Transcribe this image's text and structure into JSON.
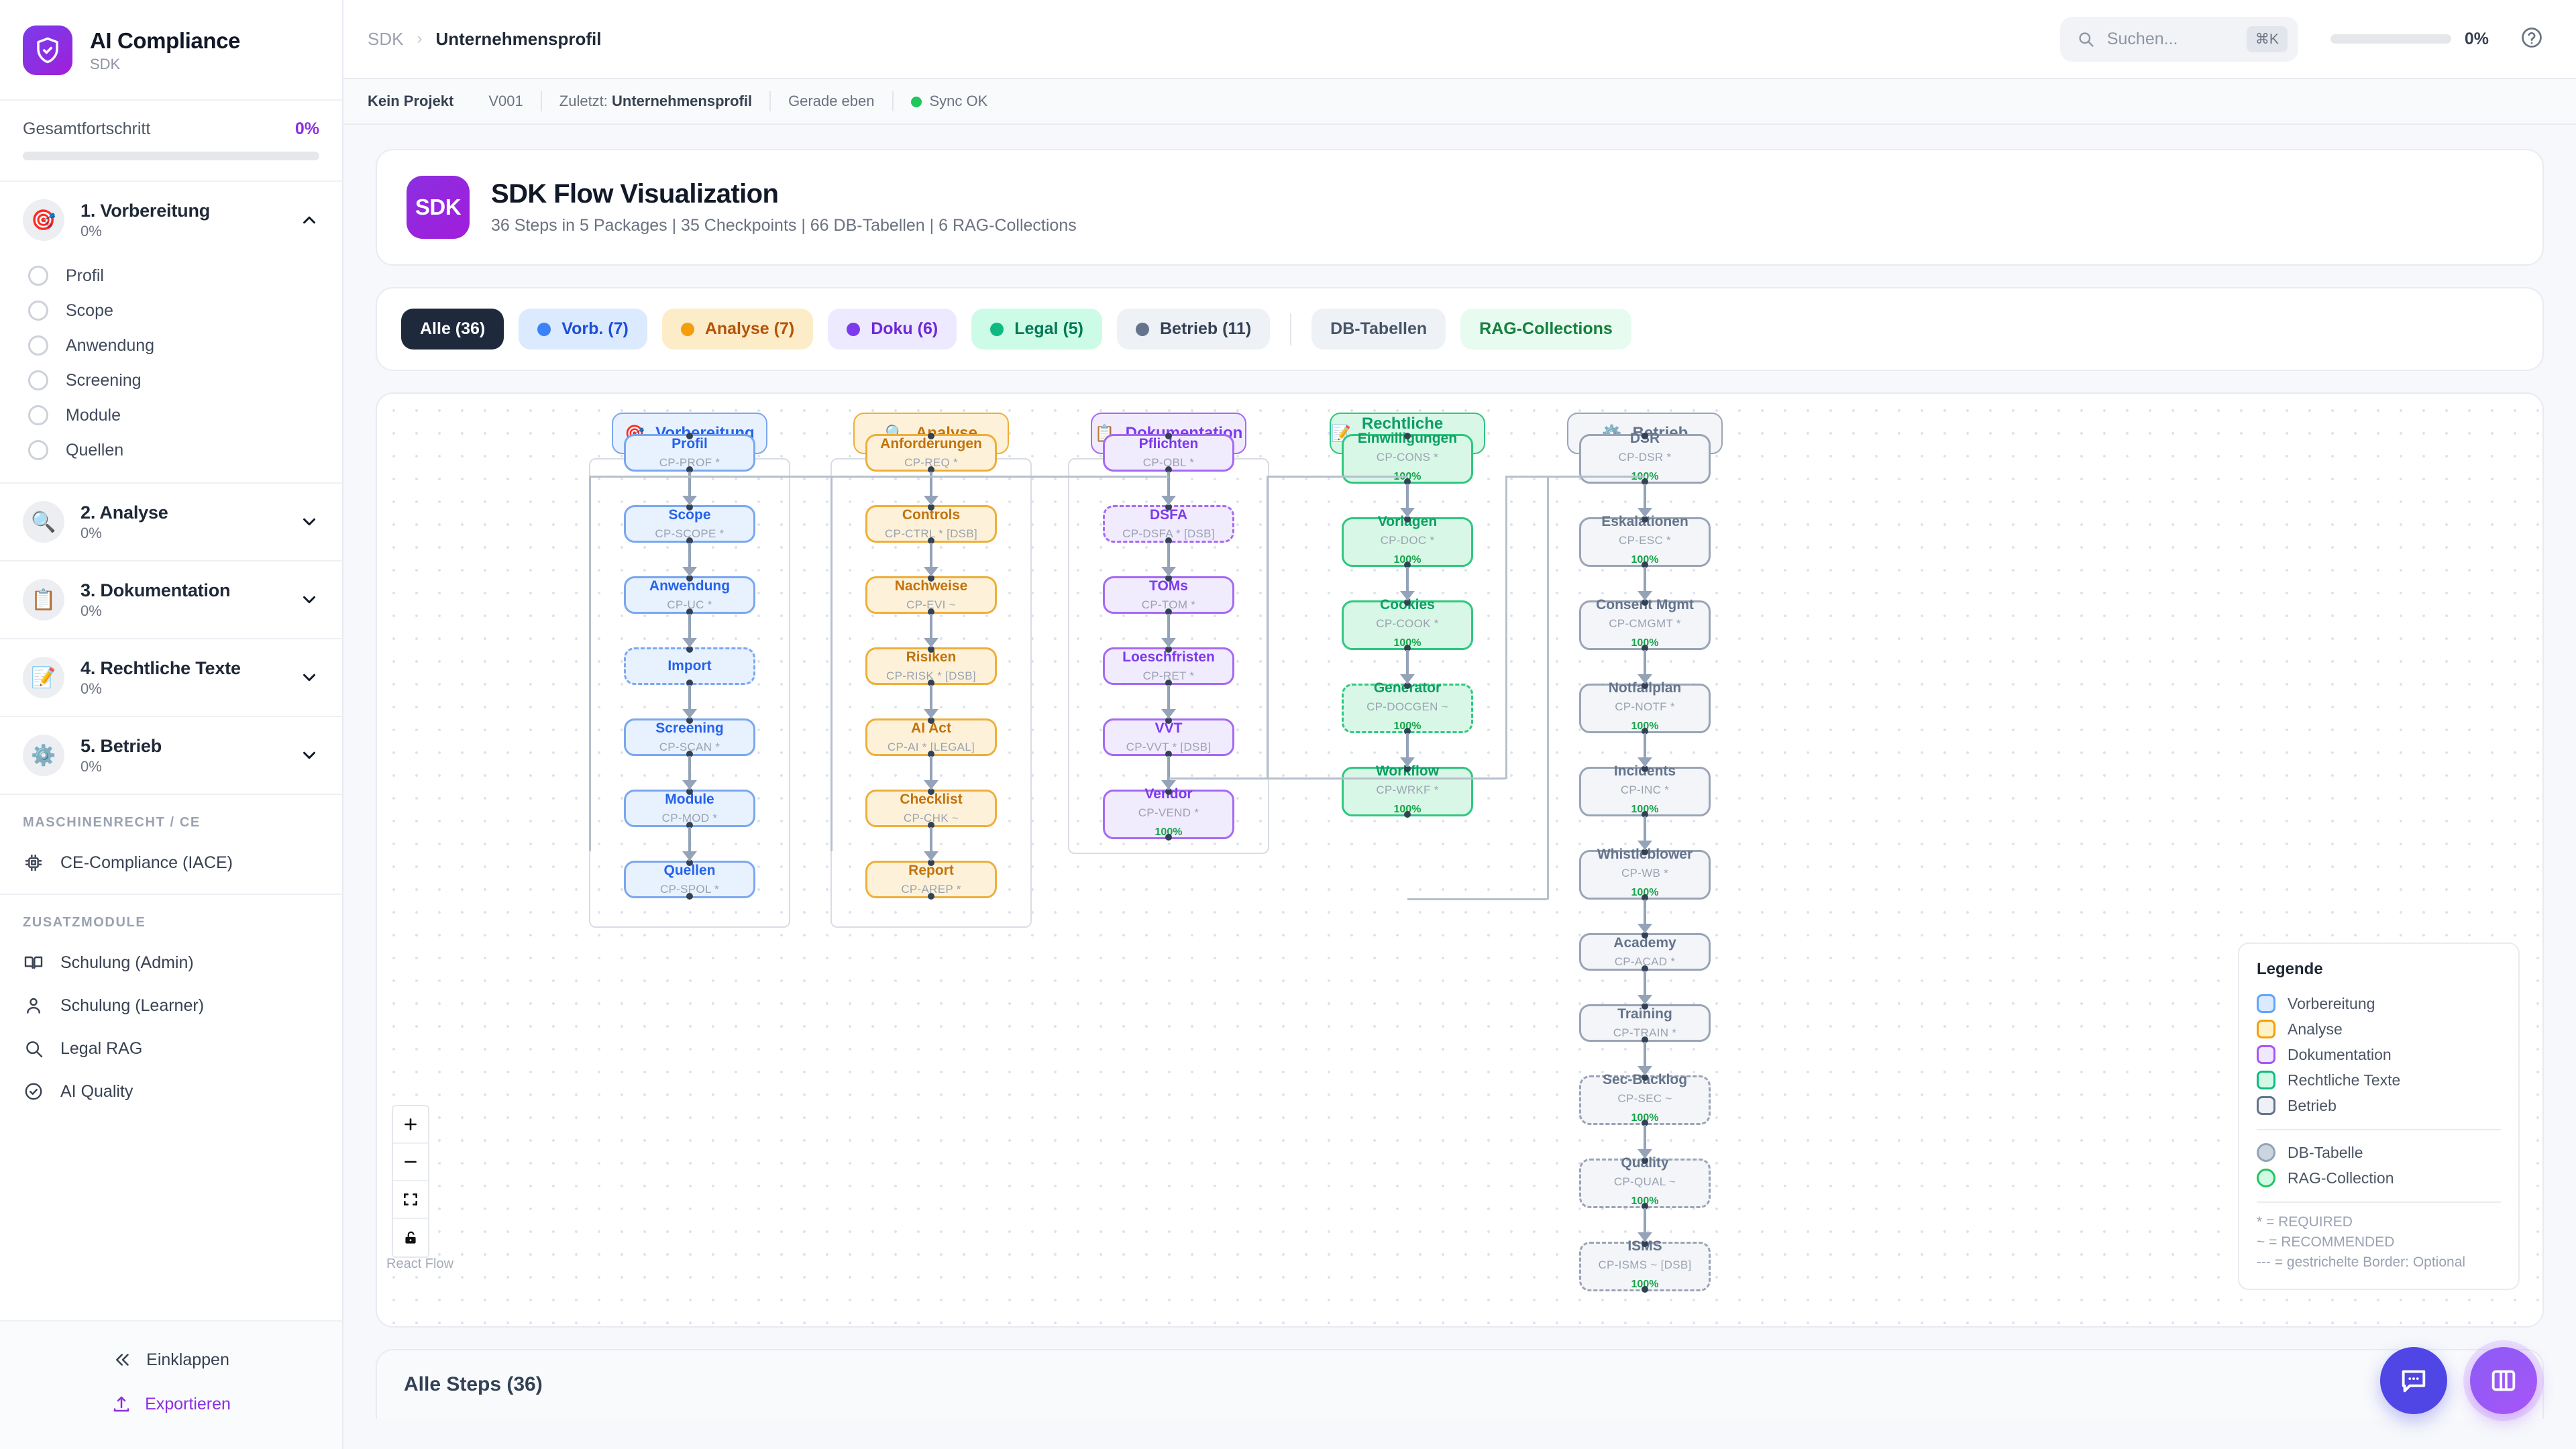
{
  "sidebar": {
    "brand": {
      "title": "AI Compliance",
      "subtitle": "SDK",
      "icon": "shield-check-icon"
    },
    "overall": {
      "label": "Gesamtfortschritt",
      "value": "0%",
      "percent": 0
    },
    "phases": [
      {
        "emoji": "🎯",
        "name": "1. Vorbereitung",
        "percent": "0%",
        "expanded": true,
        "items": [
          {
            "label": "Profil"
          },
          {
            "label": "Scope"
          },
          {
            "label": "Anwendung"
          },
          {
            "label": "Screening"
          },
          {
            "label": "Module"
          },
          {
            "label": "Quellen"
          }
        ]
      },
      {
        "emoji": "🔍",
        "name": "2. Analyse",
        "percent": "0%",
        "expanded": false,
        "items": []
      },
      {
        "emoji": "📋",
        "name": "3. Dokumentation",
        "percent": "0%",
        "expanded": false,
        "items": []
      },
      {
        "emoji": "📝",
        "name": "4. Rechtliche Texte",
        "percent": "0%",
        "expanded": false,
        "items": []
      },
      {
        "emoji": "⚙️",
        "name": "5. Betrieb",
        "percent": "0%",
        "expanded": false,
        "items": []
      }
    ],
    "section_machine": {
      "title": "MASCHINENRECHT / CE",
      "links": [
        {
          "label": "CE-Compliance (IACE)",
          "icon": "chip-icon"
        }
      ]
    },
    "section_extra": {
      "title": "ZUSATZMODULE",
      "links": [
        {
          "label": "Schulung (Admin)",
          "icon": "book-icon"
        },
        {
          "label": "Schulung (Learner)",
          "icon": "user-icon"
        },
        {
          "label": "Legal RAG",
          "icon": "search-icon"
        },
        {
          "label": "AI Quality",
          "icon": "check-circle-icon"
        }
      ]
    },
    "footer": {
      "collapse": {
        "label": "Einklappen",
        "icon": "chevrons-left-icon"
      },
      "export": {
        "label": "Exportieren",
        "icon": "upload-icon",
        "color": "#8b2fe0"
      }
    }
  },
  "topbar": {
    "breadcrumb": {
      "root": "SDK",
      "separator": "›",
      "current": "Unternehmensprofil"
    },
    "search": {
      "placeholder": "Suchen...",
      "shortcut": "⌘K",
      "icon": "search-icon"
    },
    "progress": {
      "value": "0%",
      "percent": 0
    },
    "help": {
      "icon": "help-circle-icon"
    }
  },
  "metabar": {
    "project": "Kein Projekt",
    "version": "V001",
    "last_label": "Zuletzt:",
    "last_value": "Unternehmensprofil",
    "time": "Gerade eben",
    "sync": {
      "label": "Sync OK",
      "color": "#22c55e"
    }
  },
  "hero": {
    "badge": "SDK",
    "title": "SDK Flow Visualization",
    "subtitle": "36 Steps in 5 Packages | 35 Checkpoints | 66 DB-Tabellen | 6 RAG-Collections"
  },
  "filters": [
    {
      "label": "Alle (36)",
      "active": true,
      "bg": "#1e293b",
      "fg": "#ffffff",
      "dot": null
    },
    {
      "label": "Vorb. (7)",
      "active": false,
      "bg": "#dbeafe",
      "fg": "#1d4ed8",
      "dot": "#3b82f6"
    },
    {
      "label": "Analyse (7)",
      "active": false,
      "bg": "#fdecc8",
      "fg": "#b45309",
      "dot": "#f59e0b"
    },
    {
      "label": "Doku (6)",
      "active": false,
      "bg": "#ede9fe",
      "fg": "#6d28d9",
      "dot": "#7c3aed"
    },
    {
      "label": "Legal (5)",
      "active": false,
      "bg": "#ccfbe7",
      "fg": "#047857",
      "dot": "#10b981"
    },
    {
      "label": "Betrieb (11)",
      "active": false,
      "bg": "#eef1f6",
      "fg": "#334155",
      "dot": "#64748b"
    },
    {
      "label": "DB-Tabellen",
      "active": false,
      "bg": "#eef1f6",
      "fg": "#475569",
      "dot": null
    },
    {
      "label": "RAG-Collections",
      "active": false,
      "bg": "#e8fbf0",
      "fg": "#15803d",
      "dot": null
    }
  ],
  "flow": {
    "lanes": [
      {
        "emoji": "🎯",
        "title": "Vorbereitung",
        "bg": "#e8f1fe",
        "border": "#7aa7f0",
        "fg": "#2563eb"
      },
      {
        "emoji": "🔍",
        "title": "Analyse",
        "bg": "#fdf2d9",
        "border": "#efae3a",
        "fg": "#c2730d"
      },
      {
        "emoji": "📋",
        "title": "Dokumentation",
        "bg": "#f1ebfe",
        "border": "#a56af2",
        "fg": "#7c3aed"
      },
      {
        "emoji": "📝",
        "title": "Rechtliche Texte",
        "bg": "#d9f7e7",
        "border": "#2fc77f",
        "fg": "#0d9f63"
      },
      {
        "emoji": "⚙️",
        "title": "Betrieb",
        "bg": "#f3f5f9",
        "border": "#9aa4b5",
        "fg": "#64748b"
      }
    ],
    "columns": [
      {
        "key": "vorbereitung",
        "nodes": [
          {
            "title": "Profil",
            "code": "CP-PROF *",
            "dashed": false,
            "pct": null
          },
          {
            "title": "Scope",
            "code": "CP-SCOPE *",
            "dashed": false,
            "pct": null
          },
          {
            "title": "Anwendung",
            "code": "CP-UC *",
            "dashed": false,
            "pct": null
          },
          {
            "title": "Import",
            "code": "",
            "dashed": true,
            "pct": null
          },
          {
            "title": "Screening",
            "code": "CP-SCAN *",
            "dashed": false,
            "pct": null
          },
          {
            "title": "Module",
            "code": "CP-MOD *",
            "dashed": false,
            "pct": null
          },
          {
            "title": "Quellen",
            "code": "CP-SPOL *",
            "dashed": false,
            "pct": null
          }
        ]
      },
      {
        "key": "analyse",
        "nodes": [
          {
            "title": "Anforderungen",
            "code": "CP-REQ *",
            "dashed": false,
            "pct": null
          },
          {
            "title": "Controls",
            "code": "CP-CTRL * [DSB]",
            "dashed": false,
            "pct": null
          },
          {
            "title": "Nachweise",
            "code": "CP-EVI ~",
            "dashed": false,
            "pct": null
          },
          {
            "title": "Risiken",
            "code": "CP-RISK * [DSB]",
            "dashed": false,
            "pct": null
          },
          {
            "title": "AI Act",
            "code": "CP-AI * [LEGAL]",
            "dashed": false,
            "pct": null
          },
          {
            "title": "Checklist",
            "code": "CP-CHK ~",
            "dashed": false,
            "pct": null
          },
          {
            "title": "Report",
            "code": "CP-AREP *",
            "dashed": false,
            "pct": null
          }
        ]
      },
      {
        "key": "dokumentation",
        "nodes": [
          {
            "title": "Pflichten",
            "code": "CP-OBL *",
            "dashed": false,
            "pct": null
          },
          {
            "title": "DSFA",
            "code": "CP-DSFA * [DSB]",
            "dashed": true,
            "pct": null
          },
          {
            "title": "TOMs",
            "code": "CP-TOM *",
            "dashed": false,
            "pct": null
          },
          {
            "title": "Loeschfristen",
            "code": "CP-RET *",
            "dashed": false,
            "pct": null
          },
          {
            "title": "VVT",
            "code": "CP-VVT * [DSB]",
            "dashed": false,
            "pct": null
          },
          {
            "title": "Vendor",
            "code": "CP-VEND *",
            "dashed": false,
            "pct": "100%"
          }
        ]
      },
      {
        "key": "rechtliche_texte",
        "nodes": [
          {
            "title": "Einwilligungen",
            "code": "CP-CONS *",
            "dashed": false,
            "pct": "100%"
          },
          {
            "title": "Vorlagen",
            "code": "CP-DOC *",
            "dashed": false,
            "pct": "100%"
          },
          {
            "title": "Cookies",
            "code": "CP-COOK *",
            "dashed": false,
            "pct": "100%"
          },
          {
            "title": "Generator",
            "code": "CP-DOCGEN ~",
            "dashed": true,
            "pct": "100%"
          },
          {
            "title": "Workflow",
            "code": "CP-WRKF *",
            "dashed": false,
            "pct": "100%"
          }
        ]
      },
      {
        "key": "betrieb",
        "nodes": [
          {
            "title": "DSR",
            "code": "CP-DSR *",
            "dashed": false,
            "pct": "100%"
          },
          {
            "title": "Eskalationen",
            "code": "CP-ESC *",
            "dashed": false,
            "pct": "100%"
          },
          {
            "title": "Consent Mgmt",
            "code": "CP-CMGMT *",
            "dashed": false,
            "pct": "100%"
          },
          {
            "title": "Notfallplan",
            "code": "CP-NOTF *",
            "dashed": false,
            "pct": "100%"
          },
          {
            "title": "Incidents",
            "code": "CP-INC *",
            "dashed": false,
            "pct": "100%"
          },
          {
            "title": "Whistleblower",
            "code": "CP-WB *",
            "dashed": false,
            "pct": "100%"
          },
          {
            "title": "Academy",
            "code": "CP-ACAD *",
            "dashed": false,
            "pct": null
          },
          {
            "title": "Training",
            "code": "CP-TRAIN *",
            "dashed": false,
            "pct": null
          },
          {
            "title": "Sec-Backlog",
            "code": "CP-SEC ~",
            "dashed": true,
            "pct": "100%"
          },
          {
            "title": "Quality",
            "code": "CP-QUAL ~",
            "dashed": true,
            "pct": "100%"
          },
          {
            "title": "ISMS",
            "code": "CP-ISMS ~ [DSB]",
            "dashed": true,
            "pct": "100%"
          }
        ]
      }
    ],
    "controls": [
      {
        "icon": "zoom-in-icon",
        "label": "+"
      },
      {
        "icon": "zoom-out-icon",
        "label": "−"
      },
      {
        "icon": "fit-view-icon",
        "label": ""
      },
      {
        "icon": "lock-open-icon",
        "label": ""
      }
    ],
    "attribution": "React Flow",
    "legend": {
      "title": "Legende",
      "packages": [
        {
          "label": "Vorbereitung",
          "bg": "#dbeafe",
          "border": "#60a5fa"
        },
        {
          "label": "Analyse",
          "bg": "#fef3c7",
          "border": "#f59e0b"
        },
        {
          "label": "Dokumentation",
          "bg": "#ede9fe",
          "border": "#a855f7"
        },
        {
          "label": "Rechtliche Texte",
          "bg": "#d1fae5",
          "border": "#10b981"
        },
        {
          "label": "Betrieb",
          "bg": "#eef1f6",
          "border": "#64748b"
        }
      ],
      "resources": [
        {
          "label": "DB-Tabelle",
          "bg": "#cbd5e1",
          "border": "#94a3b8"
        },
        {
          "label": "RAG-Collection",
          "bg": "#d1fae5",
          "border": "#22c55e"
        }
      ],
      "notes": [
        "* = REQUIRED",
        "~ = RECOMMENDED",
        "--- = gestrichelte Border: Optional"
      ]
    }
  },
  "steps_section": {
    "title": "Alle Steps (36)"
  },
  "fabs": [
    {
      "name": "chat",
      "icon": "chat-bubble-icon",
      "color": "#4f46e5"
    },
    {
      "name": "panel",
      "icon": "columns-icon",
      "color": "#a855f7"
    }
  ]
}
